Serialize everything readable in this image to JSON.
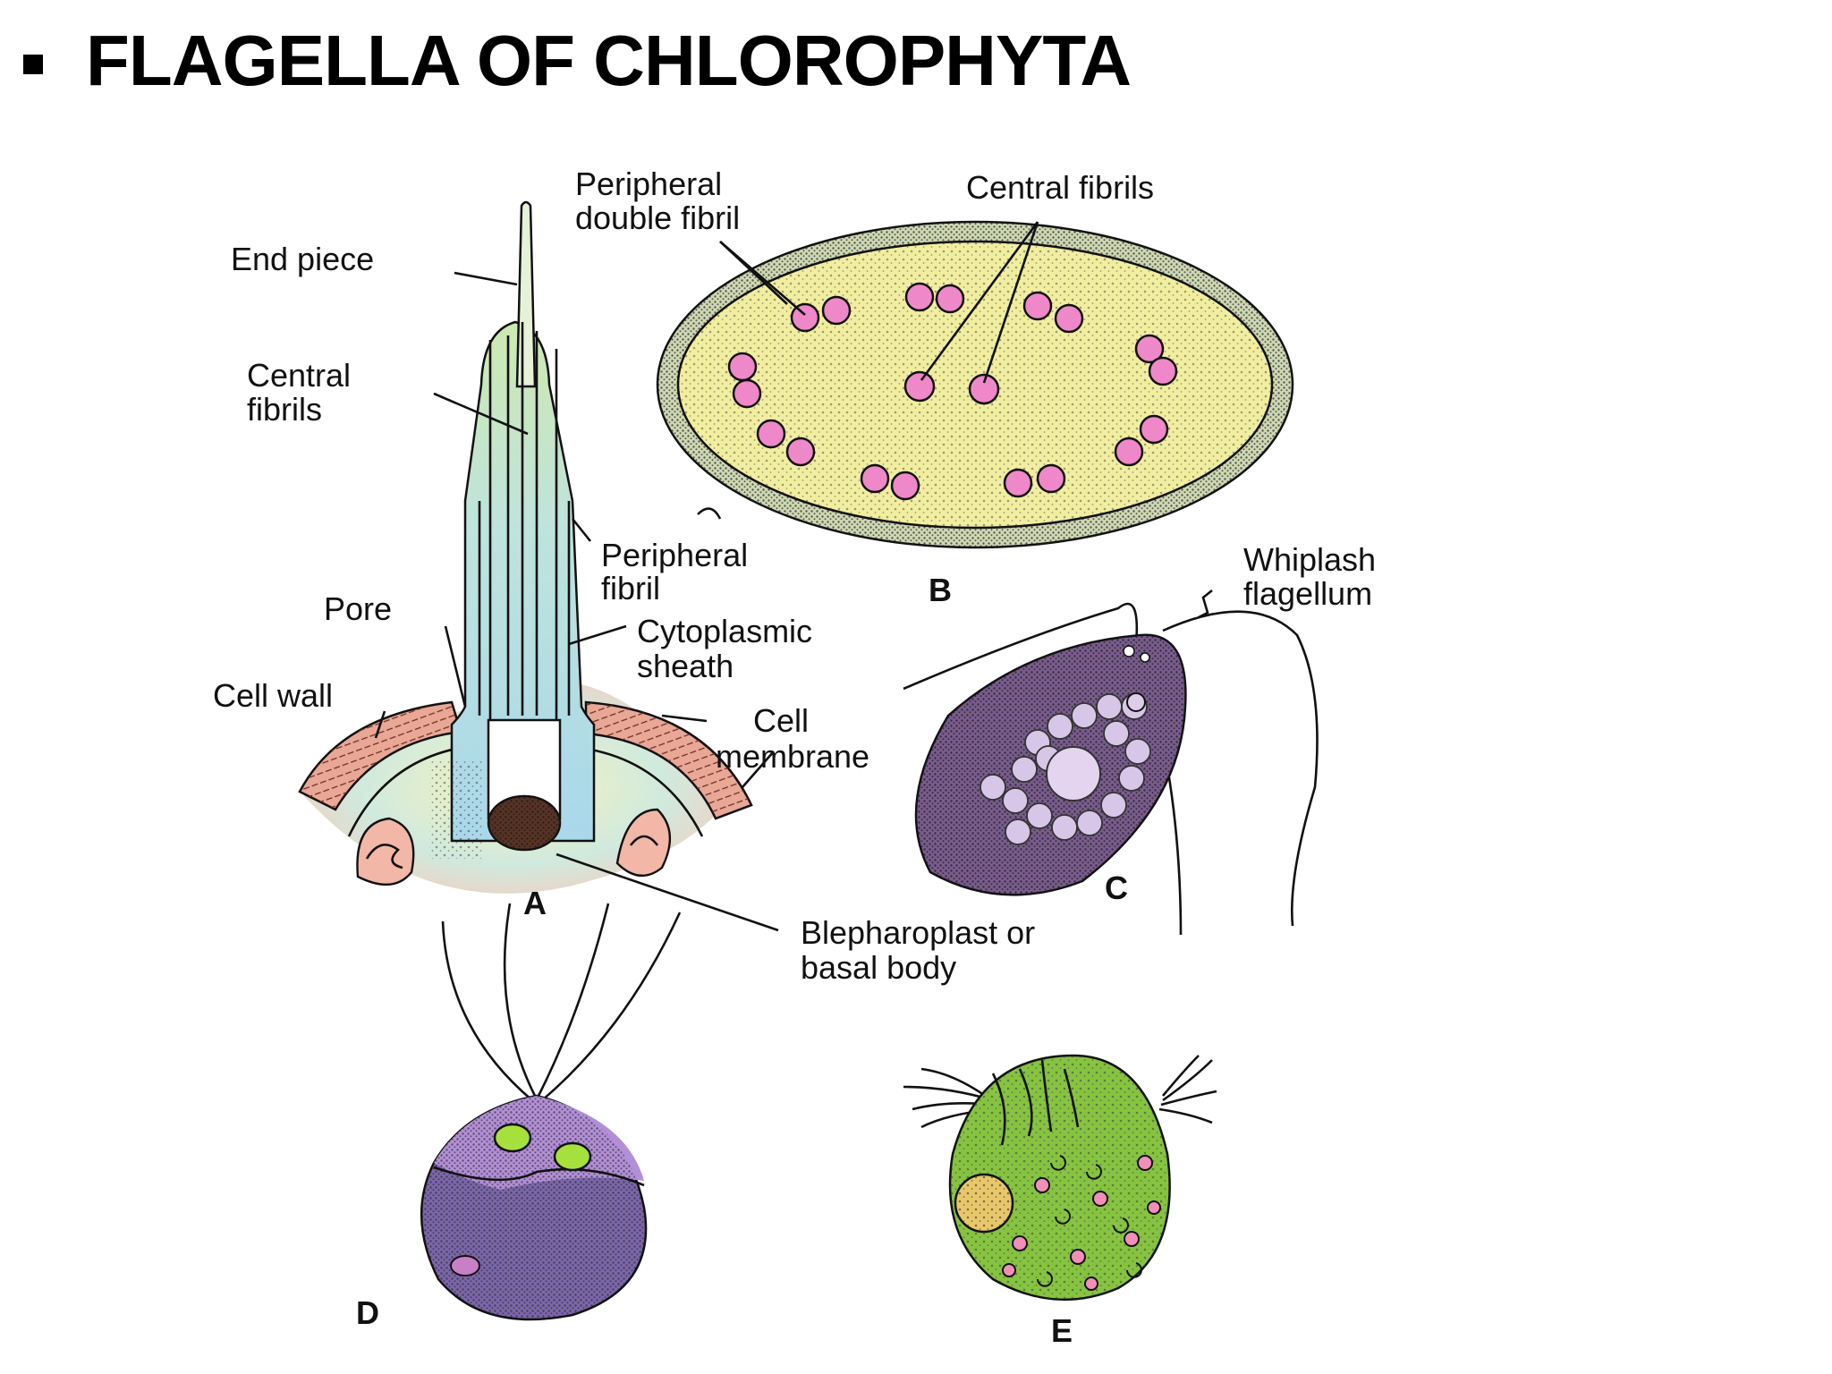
{
  "slide": {
    "title": "FLAGELLA OF CHLOROPHYTA",
    "bullet_icon": "square-bullet-icon"
  },
  "diagram": {
    "labels": {
      "end_piece": "End piece",
      "central_fibrils_a_1": "Central",
      "central_fibrils_a_2": "fibrils",
      "peripheral_double_1": "Peripheral",
      "peripheral_double_2": "double fibril",
      "central_fibrils_b": "Central fibrils",
      "peripheral_fibril_1": "Peripheral",
      "peripheral_fibril_2": "fibril",
      "pore": "Pore",
      "cytoplasmic_1": "Cytoplasmic",
      "cytoplasmic_2": "sheath",
      "cell_wall": "Cell wall",
      "cell_membrane_1": "Cell",
      "cell_membrane_2": "membrane",
      "whiplash_1": "Whiplash",
      "whiplash_2": "flagellum",
      "blepharoplast_1": "Blepharoplast or",
      "blepharoplast_2": "basal body"
    },
    "panels": [
      "A",
      "B",
      "C",
      "D",
      "E"
    ],
    "colors": {
      "sheath": "#bfe4dc",
      "cell_wall": "#e9a796",
      "cross_section_fill": "#f1eea0",
      "fibril_pink": "#ee88c8",
      "cell_c": "#7a5c8e",
      "cell_d_top": "#a883cd",
      "cell_e": "#86c341"
    }
  }
}
